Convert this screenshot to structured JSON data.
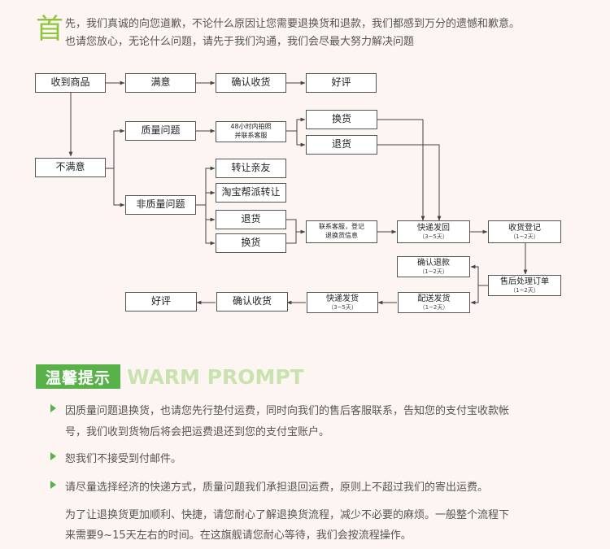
{
  "intro": {
    "first_char": "首",
    "line1": "先，我们真诚的向您道歉，不论什么原因让您需要退换货和退款，我们都感到万分的遗憾和歉意。",
    "line2": "也请您放心，无论什么问题，请先于我们沟通，我们会尽最大努力解决问题"
  },
  "flow": {
    "received": "收到商品",
    "satisfied": "满意",
    "confirm_receipt_top": "确认收货",
    "good_review_top": "好评",
    "unsatisfied": "不满意",
    "quality_issue": "质量问题",
    "photo_contact": "48小时内拍照\n并联系客服",
    "exchange_q": "换货",
    "return_q": "退货",
    "non_quality_issue": "非质量问题",
    "transfer_friend": "转让亲友",
    "taobao_transfer": "淘宝帮派转让",
    "return_nq": "退货",
    "exchange_nq": "换货",
    "contact_register": "联系客服，登记\n退换货信息",
    "express_return": "快递发回",
    "express_return_days": "（3~5天）",
    "receipt_register": "收货登记",
    "receipt_register_days": "（1~2天）",
    "after_sales": "售后处理订单",
    "after_sales_days": "（1~2天）",
    "confirm_refund": "确认退款",
    "confirm_refund_days": "（1~2天）",
    "dispatch": "配送发货",
    "dispatch_days": "（1~2天）",
    "express_send": "快递发货",
    "express_send_days": "（3~5天）",
    "confirm_receipt_bottom": "确认收货",
    "good_review_bottom": "好评"
  },
  "tips": {
    "title": "温馨提示",
    "title_en": "WARM PROMPT",
    "t1a": "因质量问题退换货，也请您先行垫付运费，同时向我们的售后客服联系，告知您的支付宝收款帐",
    "t1b": "号，我们收到货物后将会把运费退还到您的支付宝账户。",
    "t2": "恕我们不接受到付邮件。",
    "t3": "请尽量选择经济的快递方式，质量问题我们承担退回运费，原则上不超过我们的寄出运费。",
    "t4a": "为了让退换货更加顺利、快捷，请您耐心了解退换货流程，减少不必要的麻烦。一般整个流程下",
    "t4b": "来需要9~15天左右的时间。在这旗舰请您耐心等待，我们会按流程操作。"
  },
  "colors": {
    "accent": "#59b14a",
    "first_char": "#8cc63f",
    "prompt_en": "#c9e3b0"
  }
}
